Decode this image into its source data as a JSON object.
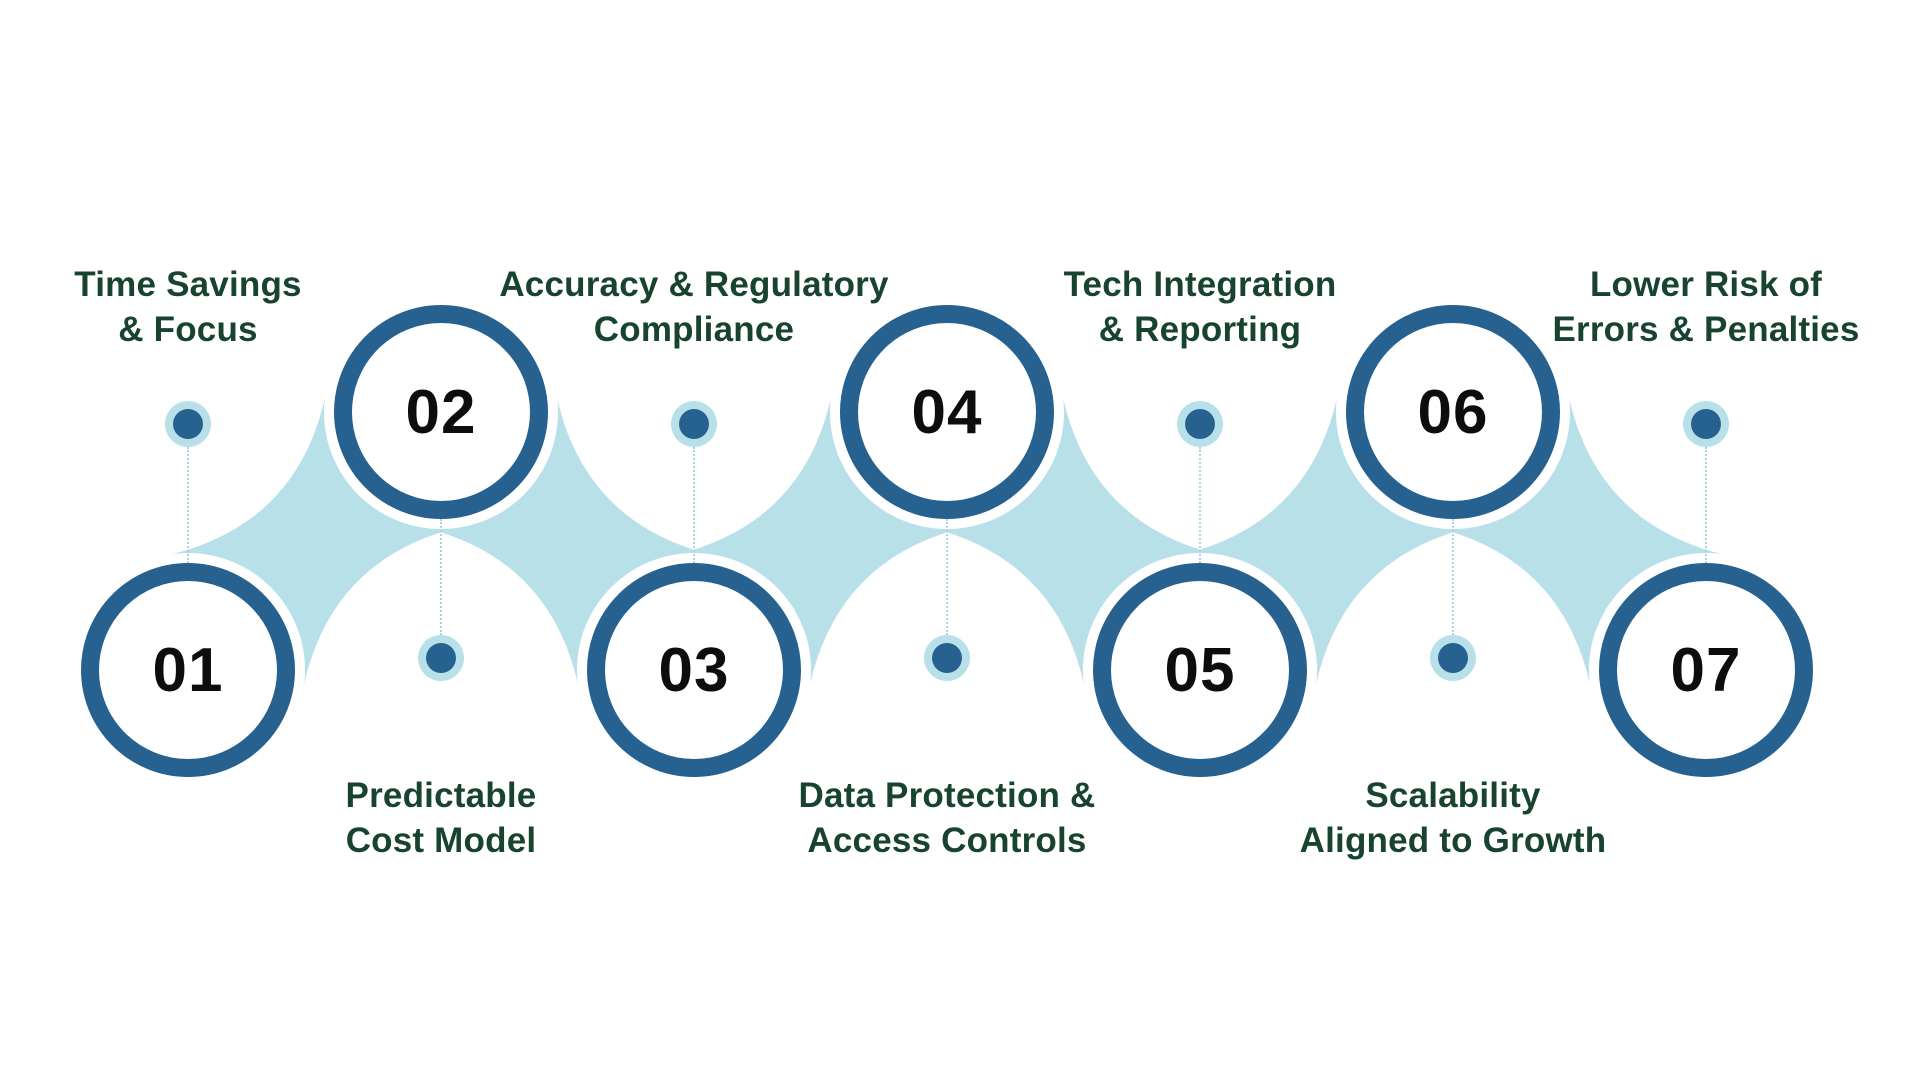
{
  "colors": {
    "circle_blue": "#26618f",
    "ribbon_blue": "#b8e0e9",
    "label_green": "#17432f",
    "number_black": "#0d0d0d",
    "dotted_line": "#a7d6e3",
    "background": "#ffffff"
  },
  "nodes": [
    {
      "number": "01",
      "label": "Time Savings\n& Focus",
      "label_position": "top"
    },
    {
      "number": "02",
      "label": "Predictable\nCost Model",
      "label_position": "bottom"
    },
    {
      "number": "03",
      "label": "Accuracy & Regulatory\nCompliance",
      "label_position": "top"
    },
    {
      "number": "04",
      "label": "Data Protection &\nAccess Controls",
      "label_position": "bottom"
    },
    {
      "number": "05",
      "label": "Tech Integration\n& Reporting",
      "label_position": "top"
    },
    {
      "number": "06",
      "label": "Scalability\nAligned to Growth",
      "label_position": "bottom"
    },
    {
      "number": "07",
      "label": "Lower Risk of\nErrors & Penalties",
      "label_position": "top"
    }
  ]
}
